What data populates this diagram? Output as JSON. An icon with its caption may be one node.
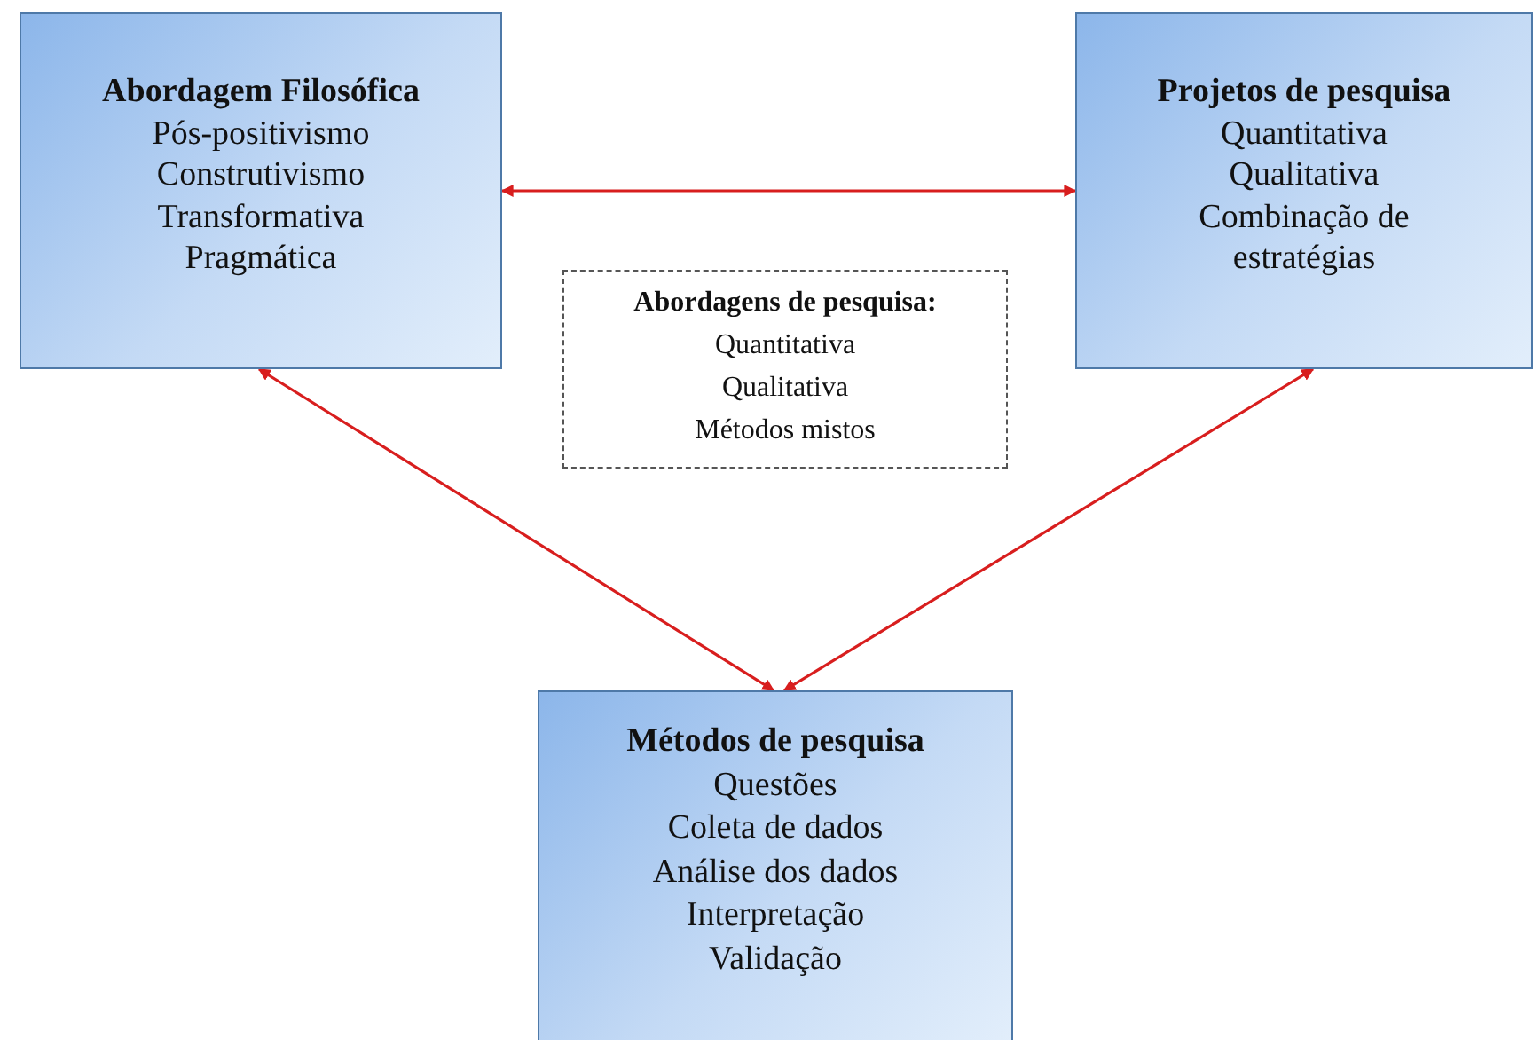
{
  "diagram": {
    "nodes": [
      {
        "text": [
          "Abordagem Filosófica",
          "Pós-positivismo",
          "Construtivismo",
          "Transformativa",
          "Pragmática"
        ]
      },
      {
        "text": [
          "Projetos de pesquisa",
          "Quantitativa",
          "Qualitativa",
          "Combinação de estratégias"
        ]
      },
      {
        "text": [
          "Abordagens de pesquisa:",
          "Quantitativa",
          "Qualitativa",
          "Métodos mistos"
        ]
      },
      {
        "text": [
          "Métodos de pesquisa",
          "Questões",
          "Coleta de dados",
          "Análise dos dados",
          "Interpretação",
          "Validação"
        ]
      }
    ],
    "edges": [
      {
        "from": 0,
        "to": 1,
        "arrow": "both"
      },
      {
        "from": 0,
        "to": 3,
        "arrow": "both"
      },
      {
        "from": 1,
        "to": 3,
        "arrow": "both"
      }
    ]
  }
}
